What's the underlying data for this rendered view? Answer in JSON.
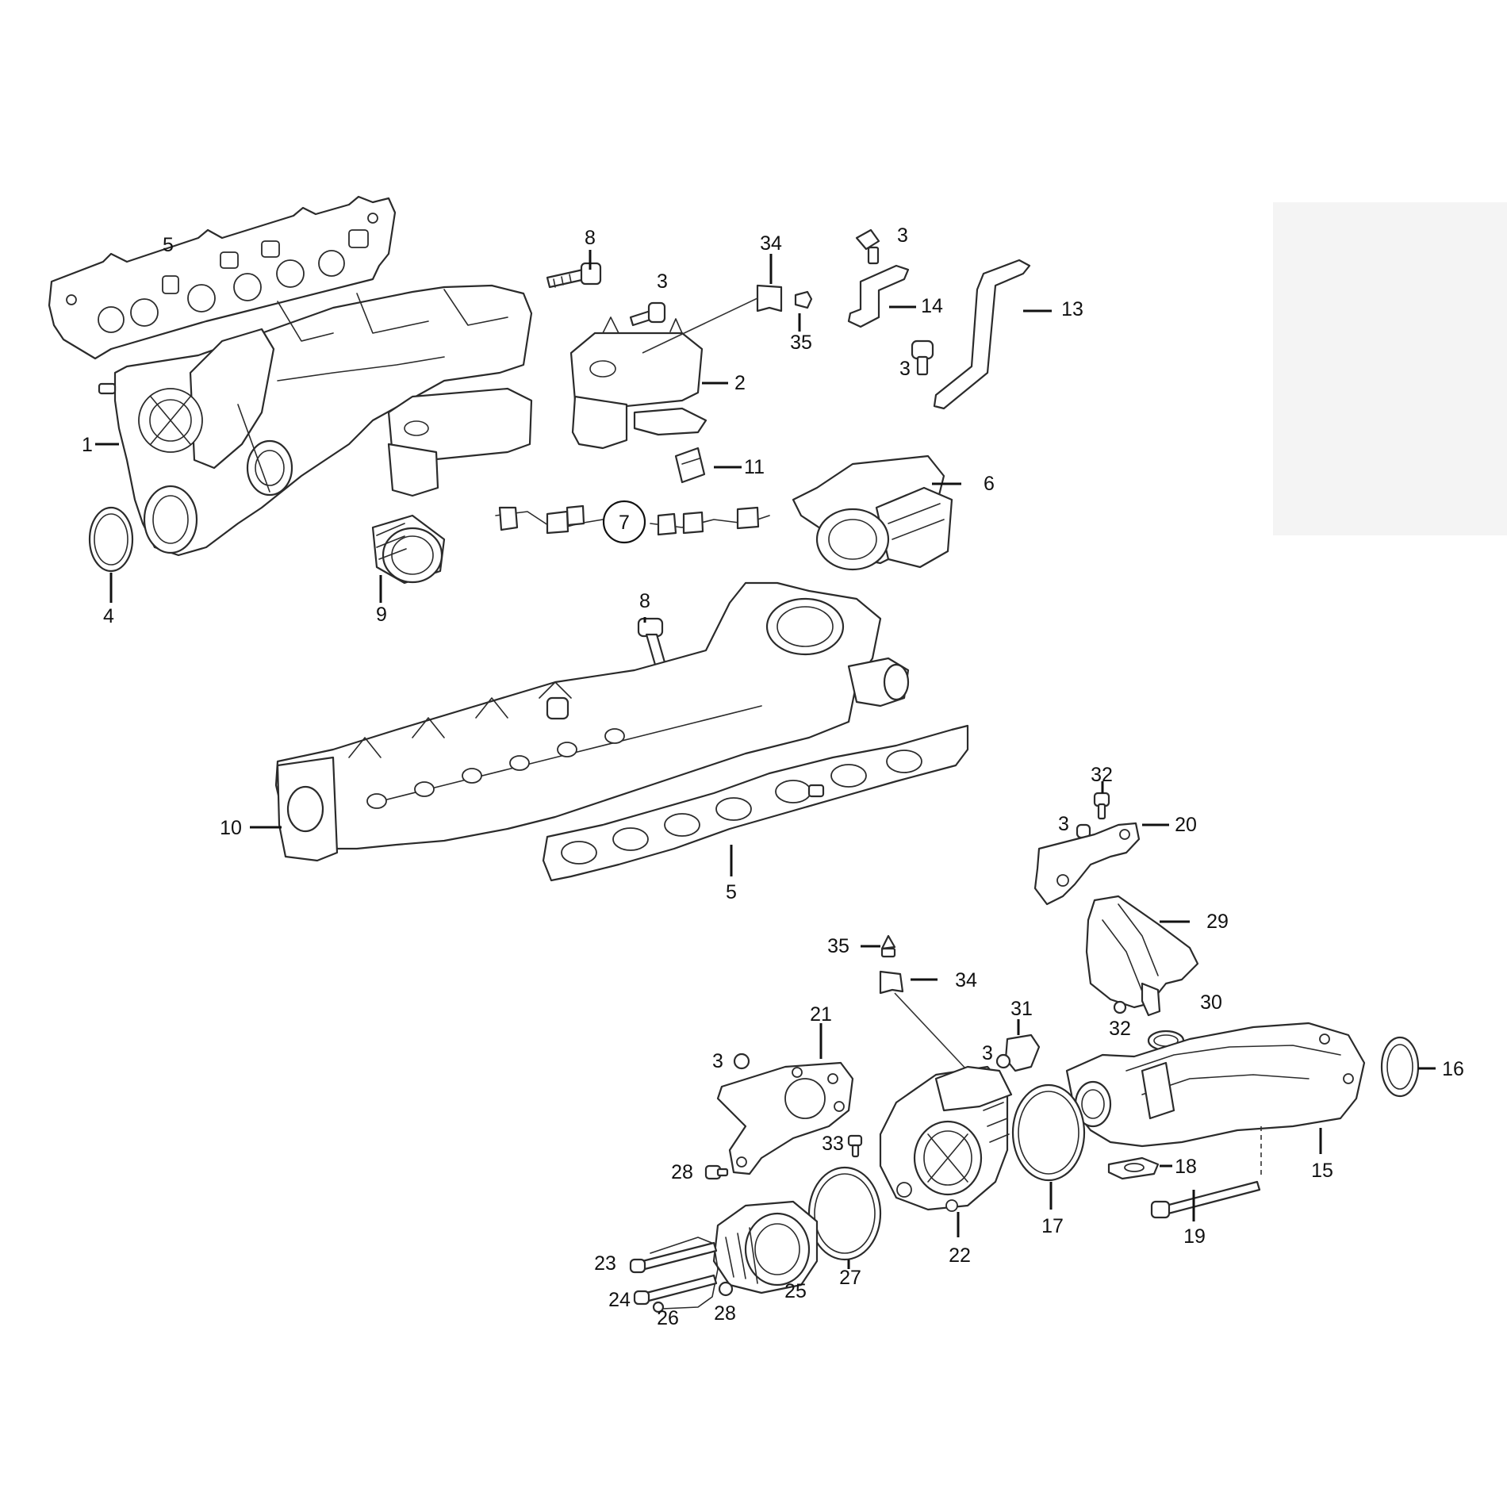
{
  "diagram": {
    "callouts": [
      "5",
      "8",
      "34",
      "3",
      "14",
      "13",
      "35",
      "3",
      "2",
      "3",
      "1",
      "11",
      "6",
      "7",
      "4",
      "9",
      "8",
      "10",
      "5",
      "32",
      "3",
      "20",
      "29",
      "35",
      "34",
      "31",
      "30",
      "32",
      "21",
      "3",
      "16",
      "3",
      "15",
      "18",
      "33",
      "28",
      "17",
      "22",
      "19",
      "23",
      "24",
      "26",
      "28",
      "25",
      "27"
    ]
  }
}
